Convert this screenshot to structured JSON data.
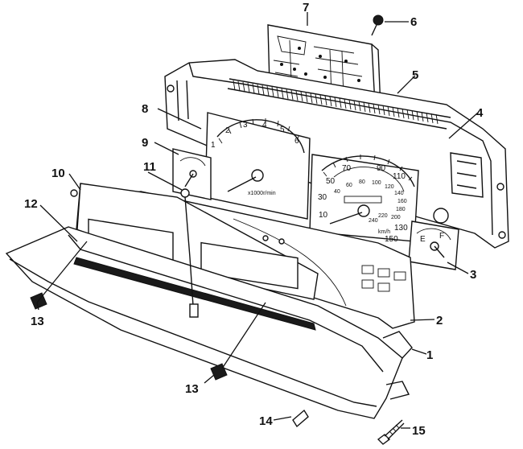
{
  "callouts": [
    {
      "num": "1"
    },
    {
      "num": "2"
    },
    {
      "num": "3"
    },
    {
      "num": "4"
    },
    {
      "num": "5"
    },
    {
      "num": "6"
    },
    {
      "num": "7"
    },
    {
      "num": "8"
    },
    {
      "num": "9"
    },
    {
      "num": "10"
    },
    {
      "num": "11"
    },
    {
      "num": "12"
    },
    {
      "num": "13"
    },
    {
      "num": "13"
    },
    {
      "num": "14"
    },
    {
      "num": "15"
    }
  ],
  "tachometer": {
    "ticks": [
      "1",
      "2",
      "3",
      "4",
      "5",
      "6"
    ],
    "unit": "x1000r/min"
  },
  "speedometer": {
    "outer_ticks": [
      "50",
      "70",
      "90",
      "110",
      "30",
      "10",
      "130",
      "150"
    ],
    "inner_ticks": [
      "40",
      "60",
      "80",
      "100",
      "120",
      "140",
      "160",
      "180",
      "200",
      "220",
      "240"
    ],
    "unit": "km/h"
  },
  "fuel_gauge": {
    "marks": [
      "F",
      "E"
    ]
  }
}
